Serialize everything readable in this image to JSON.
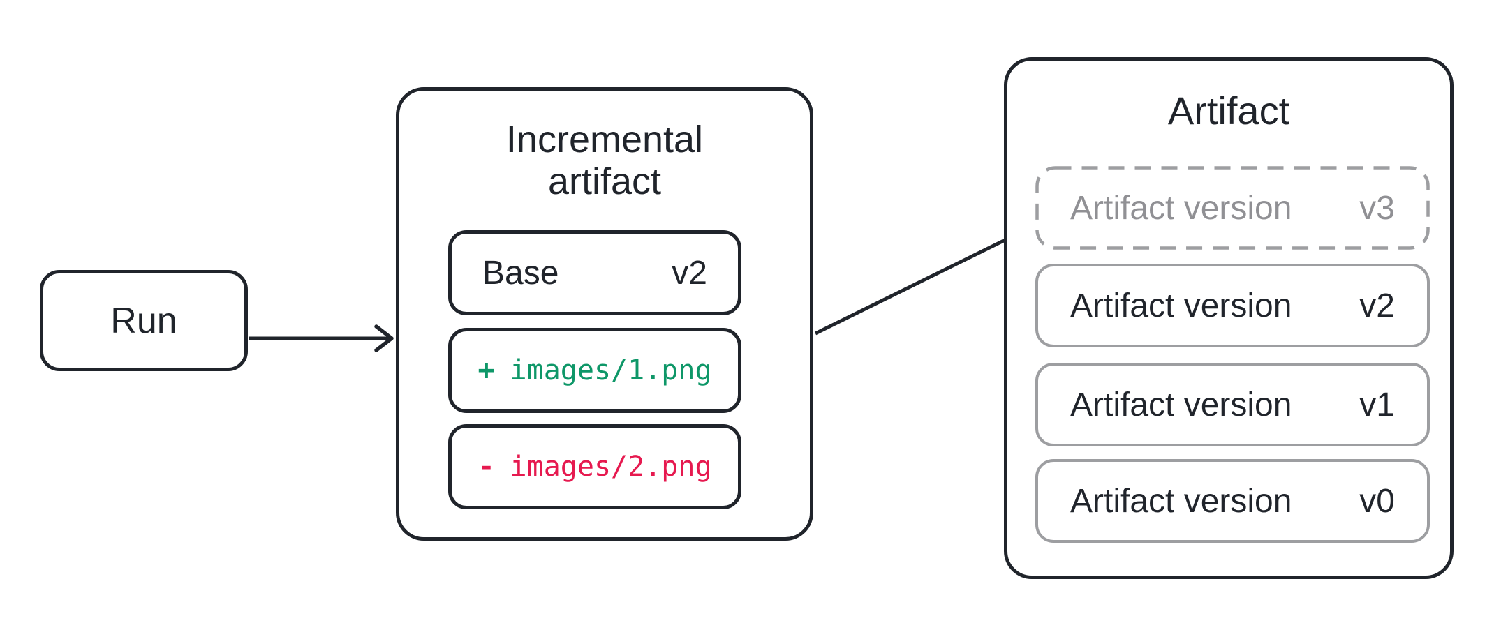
{
  "diagram": {
    "run": {
      "label": "Run"
    },
    "incremental_artifact": {
      "title_lines": [
        "Incremental",
        "artifact"
      ],
      "base": {
        "label": "Base",
        "version": "v2"
      },
      "diff_entries": [
        {
          "sign": "+",
          "file": "images/1.png",
          "action": "added"
        },
        {
          "sign": "-",
          "file": "images/2.png",
          "action": "removed"
        }
      ]
    },
    "artifact": {
      "title": "Artifact",
      "versions": [
        {
          "label": "Artifact version",
          "version": "v3",
          "dashed": true
        },
        {
          "label": "Artifact version",
          "version": "v2",
          "dashed": false
        },
        {
          "label": "Artifact version",
          "version": "v1",
          "dashed": false
        },
        {
          "label": "Artifact version",
          "version": "v0",
          "dashed": false
        }
      ]
    },
    "colors": {
      "outline_dark": "#20242b",
      "outline_gray": "#9d9ea1",
      "dashed_gray": "#9d9ea1",
      "muted_text": "#909094",
      "added_green": "#0e9768",
      "removed_red": "#e6194f",
      "background": "#ffffff"
    }
  }
}
